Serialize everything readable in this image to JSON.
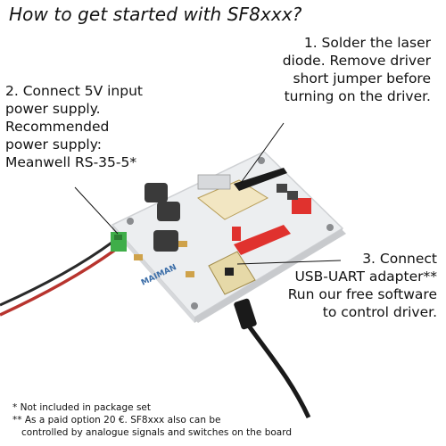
{
  "title": "How to get started with SF8xxx?",
  "steps": {
    "step1": [
      "1. Solder the laser",
      "diode. Remove driver",
      "short jumper before",
      "turning on the driver."
    ],
    "step2": [
      "2. Connect 5V input",
      "power supply.",
      "Recommended",
      "power supply:",
      "Meanwell RS-35-5*"
    ],
    "step3": [
      "3. Connect",
      "USB-UART adapter**",
      "Run our free software",
      "to control driver."
    ]
  },
  "board_brand": "MAIMAN",
  "footnotes": [
    "* Not included in package set",
    "** As a paid option 20 €. SF8xxx also can be",
    "controlled by analogue signals and switches on the board"
  ],
  "colors": {
    "board": "#eceef0",
    "connector_red": "#e0322e",
    "terminal_green": "#3fae49",
    "cable": "#1a1a1a",
    "wire_red": "#b8342e"
  }
}
